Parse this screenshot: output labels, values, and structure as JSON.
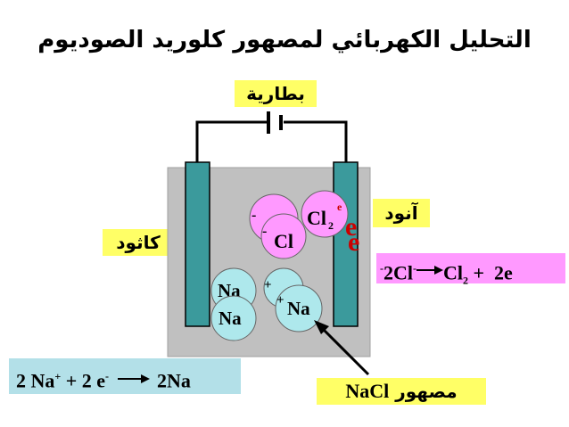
{
  "title": "التحليل الكهربائي لمصهور كلوريد الصوديوم",
  "labels": {
    "battery": "بطارية",
    "anode": "آنود",
    "cathode": "كاثود",
    "melt": "مصهور",
    "melt_formula": "NaCl"
  },
  "equations": {
    "anode": {
      "lead": "-",
      "reactant": "2Cl",
      "reactant_sup": "-",
      "product": "Cl",
      "product_sub": "2",
      "tail": " +  2e"
    },
    "cathode": {
      "lead": "2 Na",
      "lead_sup": "+",
      "mid": " + 2 e",
      "mid_sup": "-",
      "product": "2Na"
    }
  },
  "ions": {
    "cl_minus_1": {
      "symbol": "",
      "charge": "-"
    },
    "cl_minus_2": {
      "symbol": "Cl",
      "charge": "-"
    },
    "cl2": {
      "symbol": "Cl",
      "sub": "2"
    },
    "electron_small": "e",
    "electron_big": "e",
    "na_1": "Na",
    "na_2": "Na",
    "na_3_charge": "+",
    "na_4": "Na",
    "na_4_charge": "+"
  },
  "colors": {
    "label_bg": "#ffff66",
    "anode_eq_bg": "#ff99ff",
    "cathode_eq_bg": "#b3e0e8",
    "cell_bg": "#c0c0c0",
    "electrode": "#3b9a9c",
    "cl_ion": "#ff99ff",
    "na_ion": "#aee8ec",
    "electron": "#cc0000"
  }
}
